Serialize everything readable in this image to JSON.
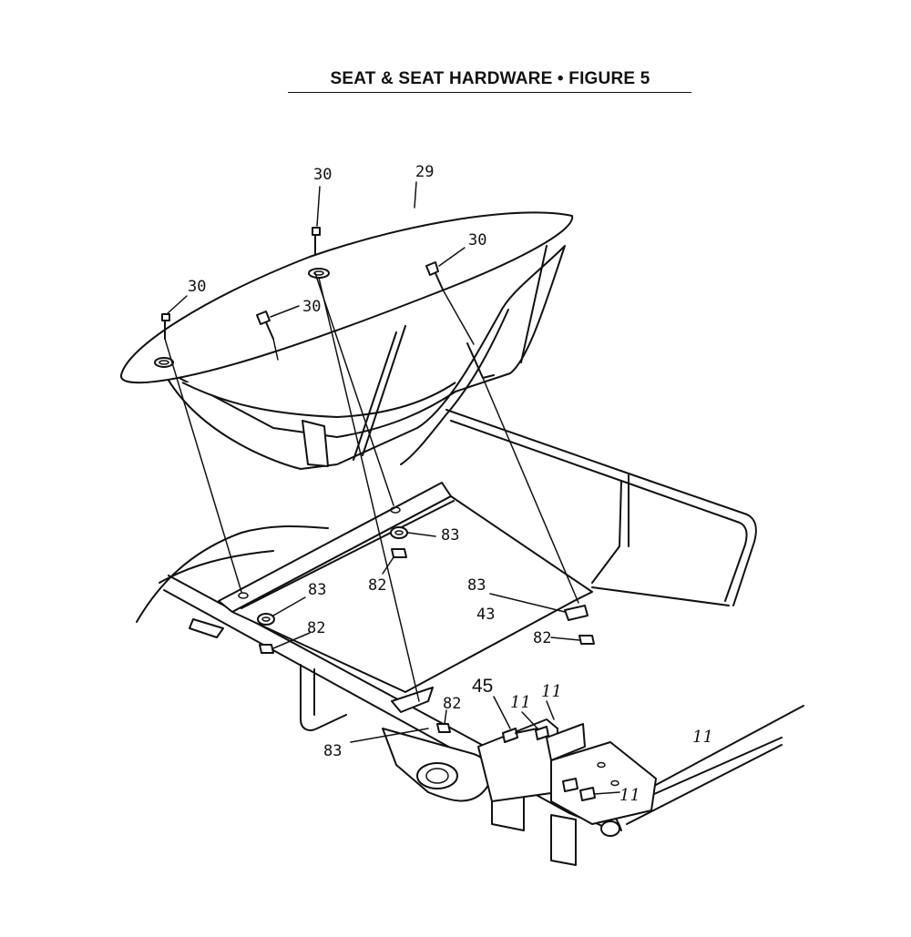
{
  "title": "SEAT & SEAT HARDWARE  •  FIGURE 5",
  "callouts": [
    {
      "id": "c1",
      "text": "30"
    },
    {
      "id": "c2",
      "text": "29"
    },
    {
      "id": "c3",
      "text": "30"
    },
    {
      "id": "c4",
      "text": "30"
    },
    {
      "id": "c5",
      "text": "30"
    },
    {
      "id": "c6",
      "text": "83"
    },
    {
      "id": "c7",
      "text": "82"
    },
    {
      "id": "c8",
      "text": "83"
    },
    {
      "id": "c9",
      "text": "82"
    },
    {
      "id": "c10",
      "text": "83"
    },
    {
      "id": "c11",
      "text": "43"
    },
    {
      "id": "c12",
      "text": "82"
    },
    {
      "id": "c13",
      "text": "45"
    },
    {
      "id": "c14",
      "text": "11"
    },
    {
      "id": "c15",
      "text": "11"
    },
    {
      "id": "c16",
      "text": "11"
    },
    {
      "id": "c17",
      "text": "82"
    },
    {
      "id": "c18",
      "text": "83"
    },
    {
      "id": "c19",
      "text": "11"
    }
  ]
}
